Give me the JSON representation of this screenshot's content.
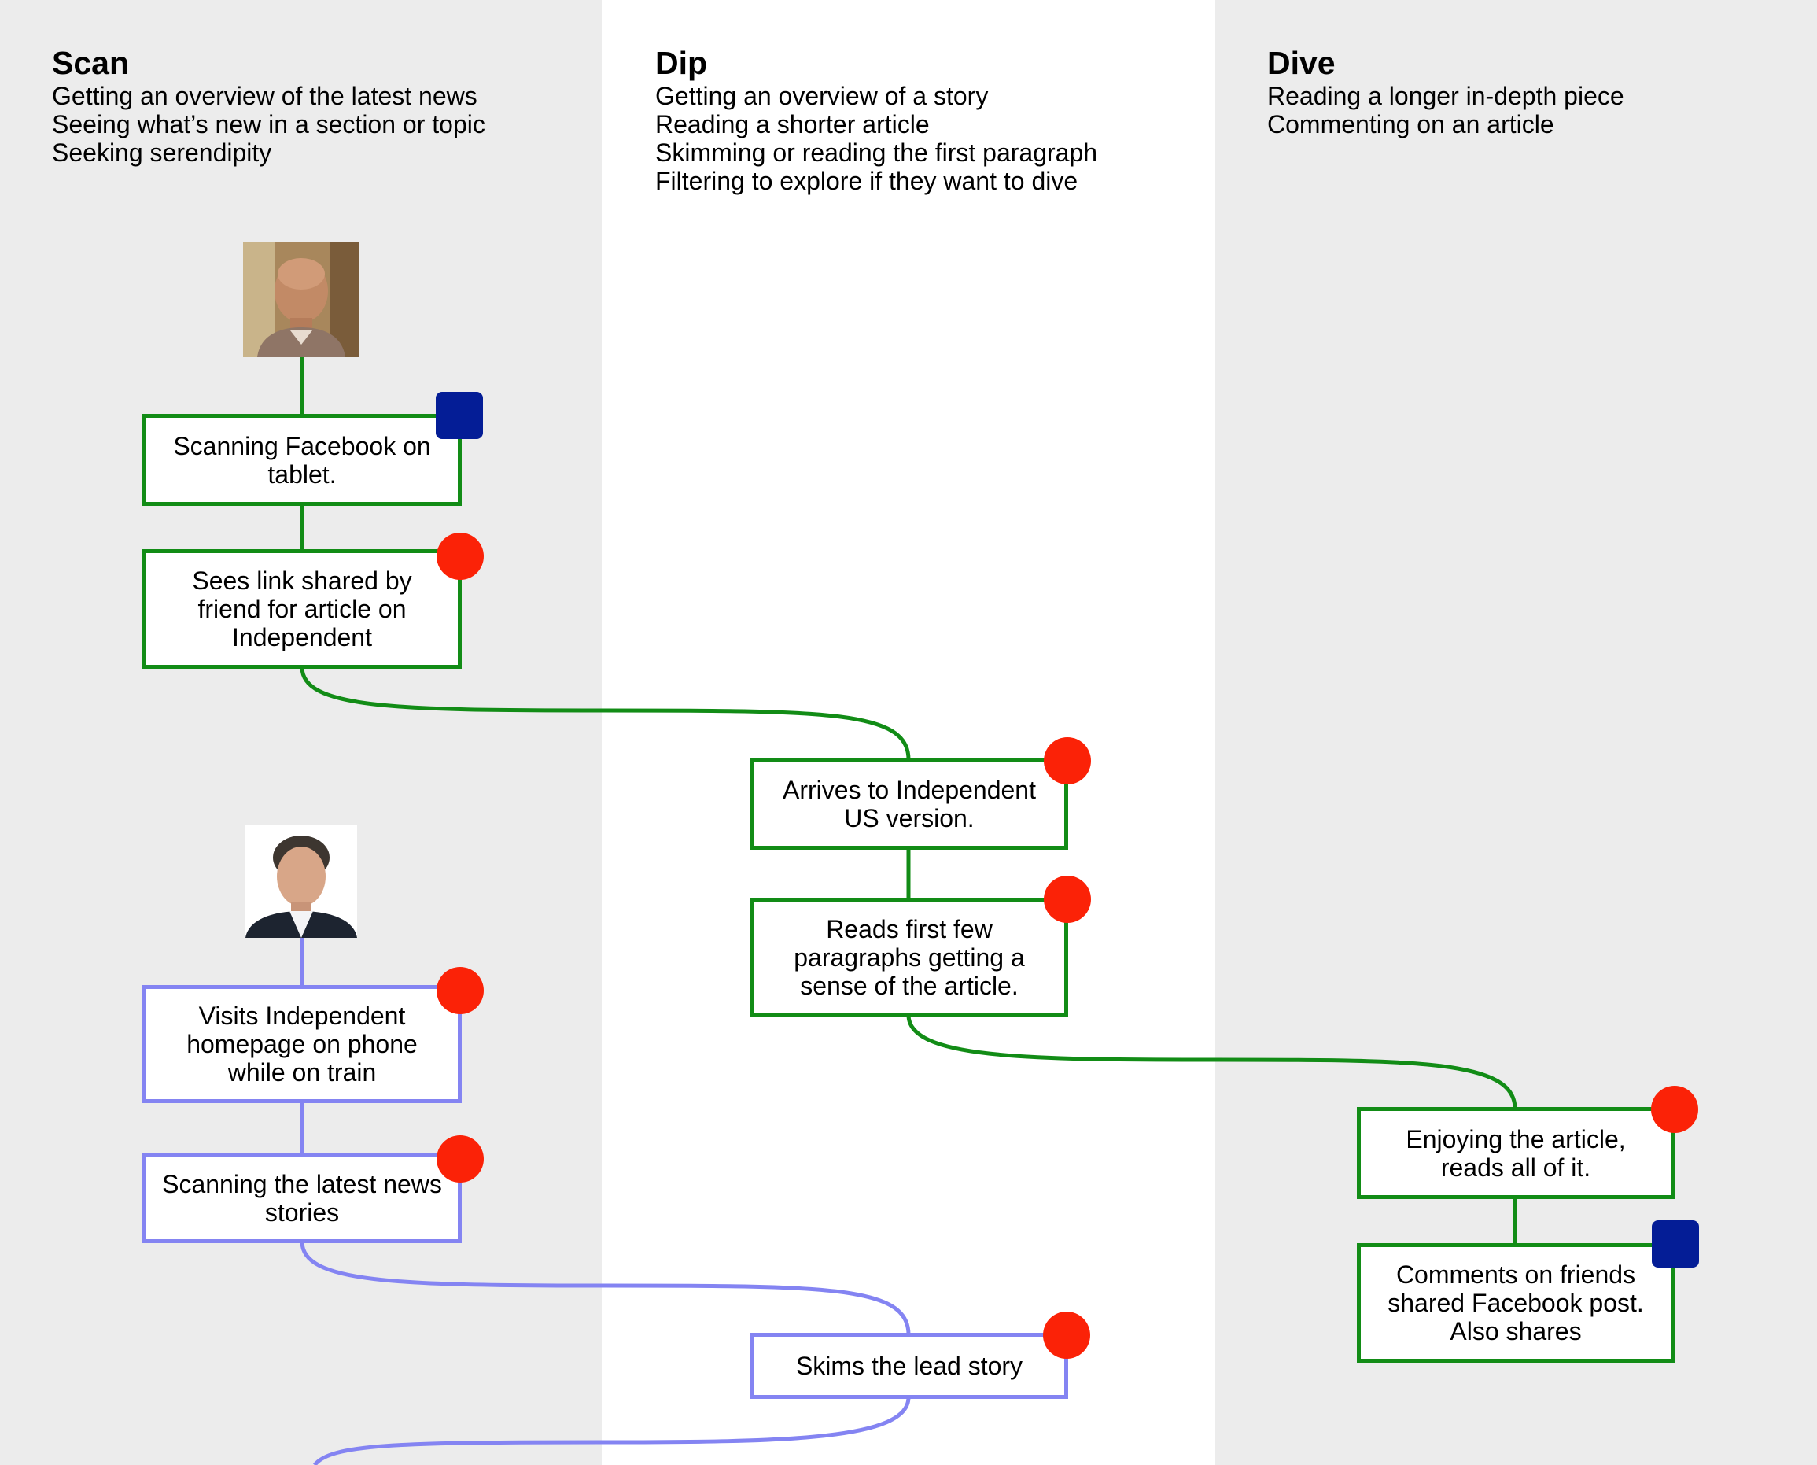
{
  "columns": {
    "scan": {
      "title": "Scan",
      "lines": [
        "Getting an overview of the latest news",
        "Seeing what’s new in a section or topic",
        "Seeking serendipity"
      ]
    },
    "dip": {
      "title": "Dip",
      "lines": [
        "Getting an overview of a story",
        "Reading a shorter article",
        "Skimming or reading the first paragraph",
        "Filtering to explore if they want to dive"
      ]
    },
    "dive": {
      "title": "Dive",
      "lines": [
        "Reading a longer in-depth piece",
        "Commenting on an article"
      ]
    }
  },
  "colors": {
    "green_path": "#128c16",
    "blue_path": "#8484f2",
    "red_marker": "#fb2207",
    "navy_marker": "#041d96",
    "scan_bg": "#ececec",
    "dip_bg": "#ffffff"
  },
  "journey_green": {
    "avatar": "bald-man-photo",
    "steps": [
      {
        "text": "Scanning Facebook on tablet.",
        "marker": "navy-square"
      },
      {
        "text": "Sees link shared by friend for article on Independent",
        "marker": "red-dot"
      },
      {
        "text": "Arrives to Independent US version.",
        "marker": "red-dot"
      },
      {
        "text": "Reads first few paragraphs getting a sense of the article.",
        "marker": "red-dot"
      },
      {
        "text": "Enjoying the article, reads all of it.",
        "marker": "red-dot"
      },
      {
        "text": "Comments on friends shared Facebook post. Also shares",
        "marker": "navy-square"
      }
    ]
  },
  "journey_blue": {
    "avatar": "curly-hair-man-photo",
    "steps": [
      {
        "text": "Visits Independent homepage on phone while on train",
        "marker": "red-dot"
      },
      {
        "text": "Scanning the latest news stories",
        "marker": "red-dot"
      },
      {
        "text": "Skims the lead story",
        "marker": "red-dot"
      }
    ]
  }
}
